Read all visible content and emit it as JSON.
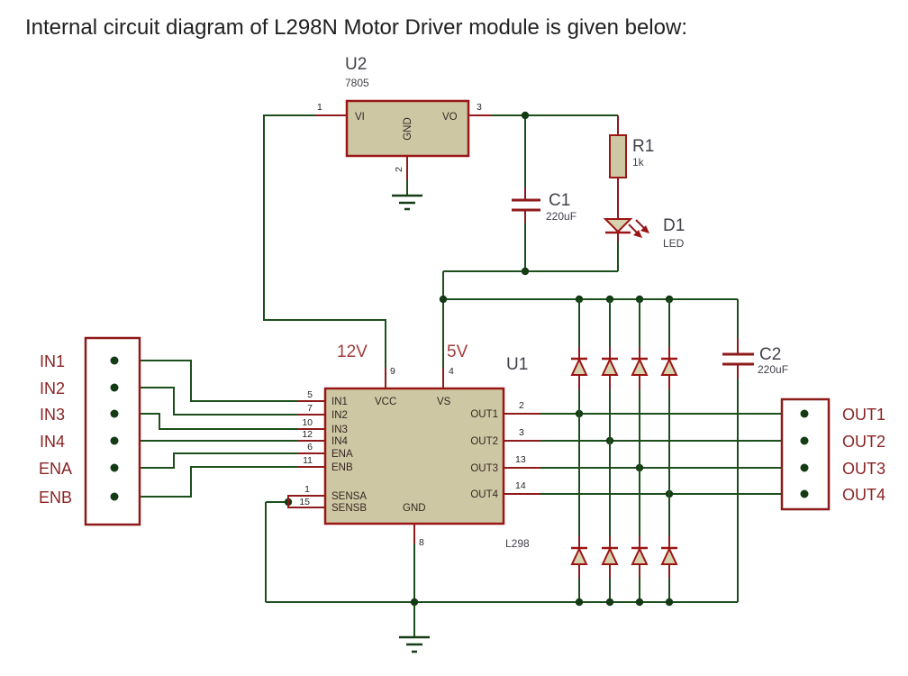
{
  "title": "Internal circuit diagram of L298N Motor Driver module is given below:",
  "colors": {
    "wire_green": "#1c4f1c",
    "component_red": "#991717",
    "component_fill": "#cdc8a3",
    "label_maroon": "#8b2424",
    "supply_label_red": "#a23c3c",
    "designator_text": "#41414b"
  },
  "u2": {
    "ref": "U2",
    "part": "7805",
    "pin_vi": "VI",
    "pin_vo": "VO",
    "pin_gnd": "GND",
    "num_in": "1",
    "num_gnd": "2",
    "num_out": "3"
  },
  "c1": {
    "ref": "C1",
    "value": "220uF"
  },
  "r1": {
    "ref": "R1",
    "value": "1k"
  },
  "d1": {
    "ref": "D1",
    "value": "LED"
  },
  "c2": {
    "ref": "C2",
    "value": "220uF"
  },
  "rails": {
    "v12": "12V",
    "v5": "5V"
  },
  "u1": {
    "ref": "U1",
    "part": "L298",
    "top_pins": [
      {
        "num": "9",
        "label": "VCC"
      },
      {
        "num": "4",
        "label": "VS"
      }
    ],
    "left_pins": [
      {
        "num": "5",
        "label": "IN1"
      },
      {
        "num": "7",
        "label": "IN2"
      },
      {
        "num": "10",
        "label": "IN3"
      },
      {
        "num": "12",
        "label": "IN4"
      },
      {
        "num": "6",
        "label": "ENA"
      },
      {
        "num": "11",
        "label": "ENB"
      },
      {
        "num": "1",
        "label": "SENSA"
      },
      {
        "num": "15",
        "label": "SENSB"
      }
    ],
    "right_pins": [
      {
        "num": "2",
        "label": "OUT1"
      },
      {
        "num": "3",
        "label": "OUT2"
      },
      {
        "num": "13",
        "label": "OUT3"
      },
      {
        "num": "14",
        "label": "OUT4"
      }
    ],
    "bottom_pin": {
      "num": "8",
      "label": "GND"
    }
  },
  "input_connector": {
    "labels": [
      "IN1",
      "IN2",
      "IN3",
      "IN4",
      "ENA",
      "ENB"
    ]
  },
  "output_connector": {
    "labels": [
      "OUT1",
      "OUT2",
      "OUT3",
      "OUT4"
    ]
  }
}
